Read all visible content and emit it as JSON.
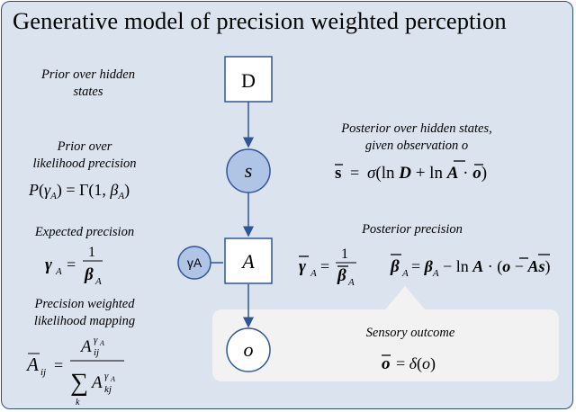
{
  "title": "Generative model of precision weighted perception",
  "labels": {
    "prior_hidden": "Prior over hidden\nstates",
    "prior_likelihood": "Prior over\nlikelihood precision",
    "expected_precision": "Expected precision",
    "precision_weighted": "Precision weighted\nlikelihood mapping",
    "posterior_hidden": "Posterior over hidden states,\ngiven observation o",
    "posterior_precision": "Posterior precision",
    "sensory_outcome": "Sensory outcome"
  },
  "nodes": {
    "d": "D",
    "s": "s",
    "gamma": "γA",
    "a": "A",
    "o": "o"
  },
  "colors": {
    "panel_bg": "#dbe3ef",
    "panel_border": "#2f4f7a",
    "node_fill": "#b0c4e6",
    "node_stroke": "#2f5597",
    "highlight": "#f2f2f2",
    "arrow": "#2f5597"
  }
}
